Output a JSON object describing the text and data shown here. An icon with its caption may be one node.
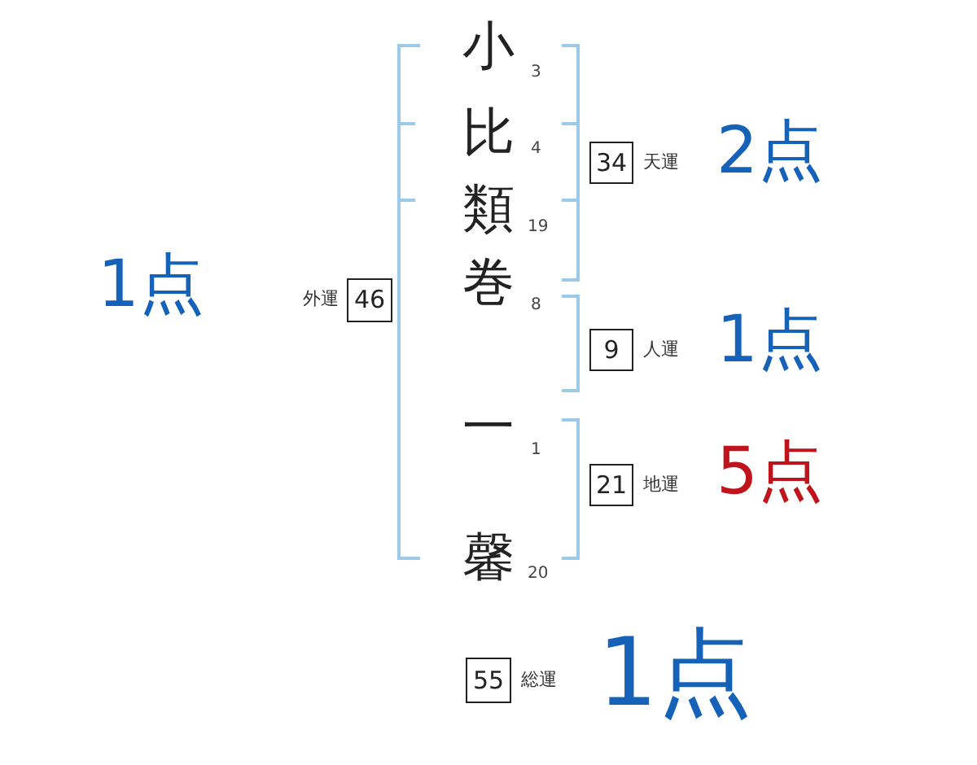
{
  "diagram": {
    "nodes": [
      {
        "text": [
          "34"
        ],
        "beside": [
          "天運",
          "2点"
        ]
      },
      {
        "text": [
          "46"
        ],
        "beside": [
          "外運",
          "1点"
        ]
      },
      {
        "text": [
          "9"
        ],
        "beside": [
          "人運",
          "1点"
        ]
      },
      {
        "text": [
          "21"
        ],
        "beside": [
          "地運",
          "5点"
        ]
      },
      {
        "text": [
          "55"
        ],
        "beside": [
          "総運",
          "1点"
        ]
      }
    ],
    "labels": [
      "小",
      "3",
      "比",
      "4",
      "類",
      "19",
      "巻",
      "8",
      "一",
      "1",
      "馨",
      "20"
    ]
  }
}
